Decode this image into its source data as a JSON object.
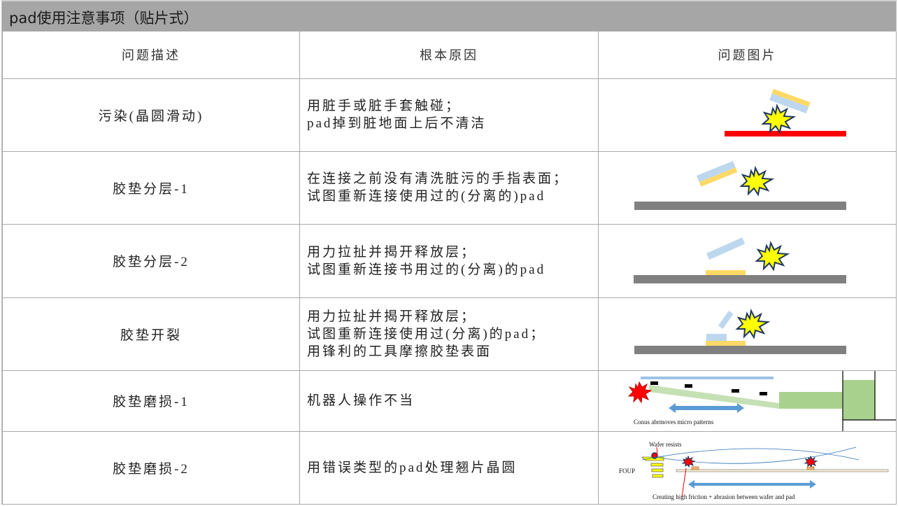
{
  "title": "pad使用注意事项（贴片式）",
  "table": {
    "headers": [
      "问题描述",
      "根本原因",
      "问题图片"
    ],
    "rows": [
      {
        "description": "污染(晶圆滑动)",
        "cause_lines": [
          "用脏手或脏手套触碰；",
          "pad掉到脏地面上后不清洁"
        ],
        "image": "contamination-diagram"
      },
      {
        "description": "胶垫分层-1",
        "cause_lines": [
          "在连接之前没有清洗脏污的手指表面；",
          "试图重新连接使用过的(分离的)pad"
        ],
        "image": "delamination-1-diagram"
      },
      {
        "description": "胶垫分层-2",
        "cause_lines": [
          "用力拉扯并揭开释放层；",
          "试图重新连接书用过的(分离)的pad"
        ],
        "image": "delamination-2-diagram"
      },
      {
        "description": "胶垫开裂",
        "cause_lines": [
          "用力拉扯并揭开释放层；",
          "试图重新连接使用过(分离)的pad；",
          "用锋利的工具摩擦胶垫表面"
        ],
        "image": "pad-crack-diagram"
      },
      {
        "description": "胶垫磨损-1",
        "cause_lines": [
          "机器人操作不当"
        ],
        "image": "wear-1-diagram",
        "image_caption": "Conus abrmoves micro patterns"
      },
      {
        "description": "胶垫磨损-2",
        "cause_lines": [
          "用错误类型的pad处理翘片晶圆"
        ],
        "image": "wear-2-diagram",
        "image_labels": {
          "wafer": "Wafer resists",
          "foup": "FOUP",
          "caption": "Creating high friction + abrasion between wafer and pad"
        }
      }
    ]
  },
  "colors": {
    "title_bar": "#a6a6a6",
    "grid_line": "#a9a9a9",
    "dirty_floor": "#ff0000",
    "surface": "#808080",
    "pad_blue": "#bdd7ee",
    "pad_yellow": "#ffd966",
    "burst_yellow": "#ffff00",
    "burst_outline": "#1f3864",
    "burst_red": "#ff0000",
    "arrow_blue": "#5b9bd5",
    "robot_green": "#a9d18e"
  }
}
